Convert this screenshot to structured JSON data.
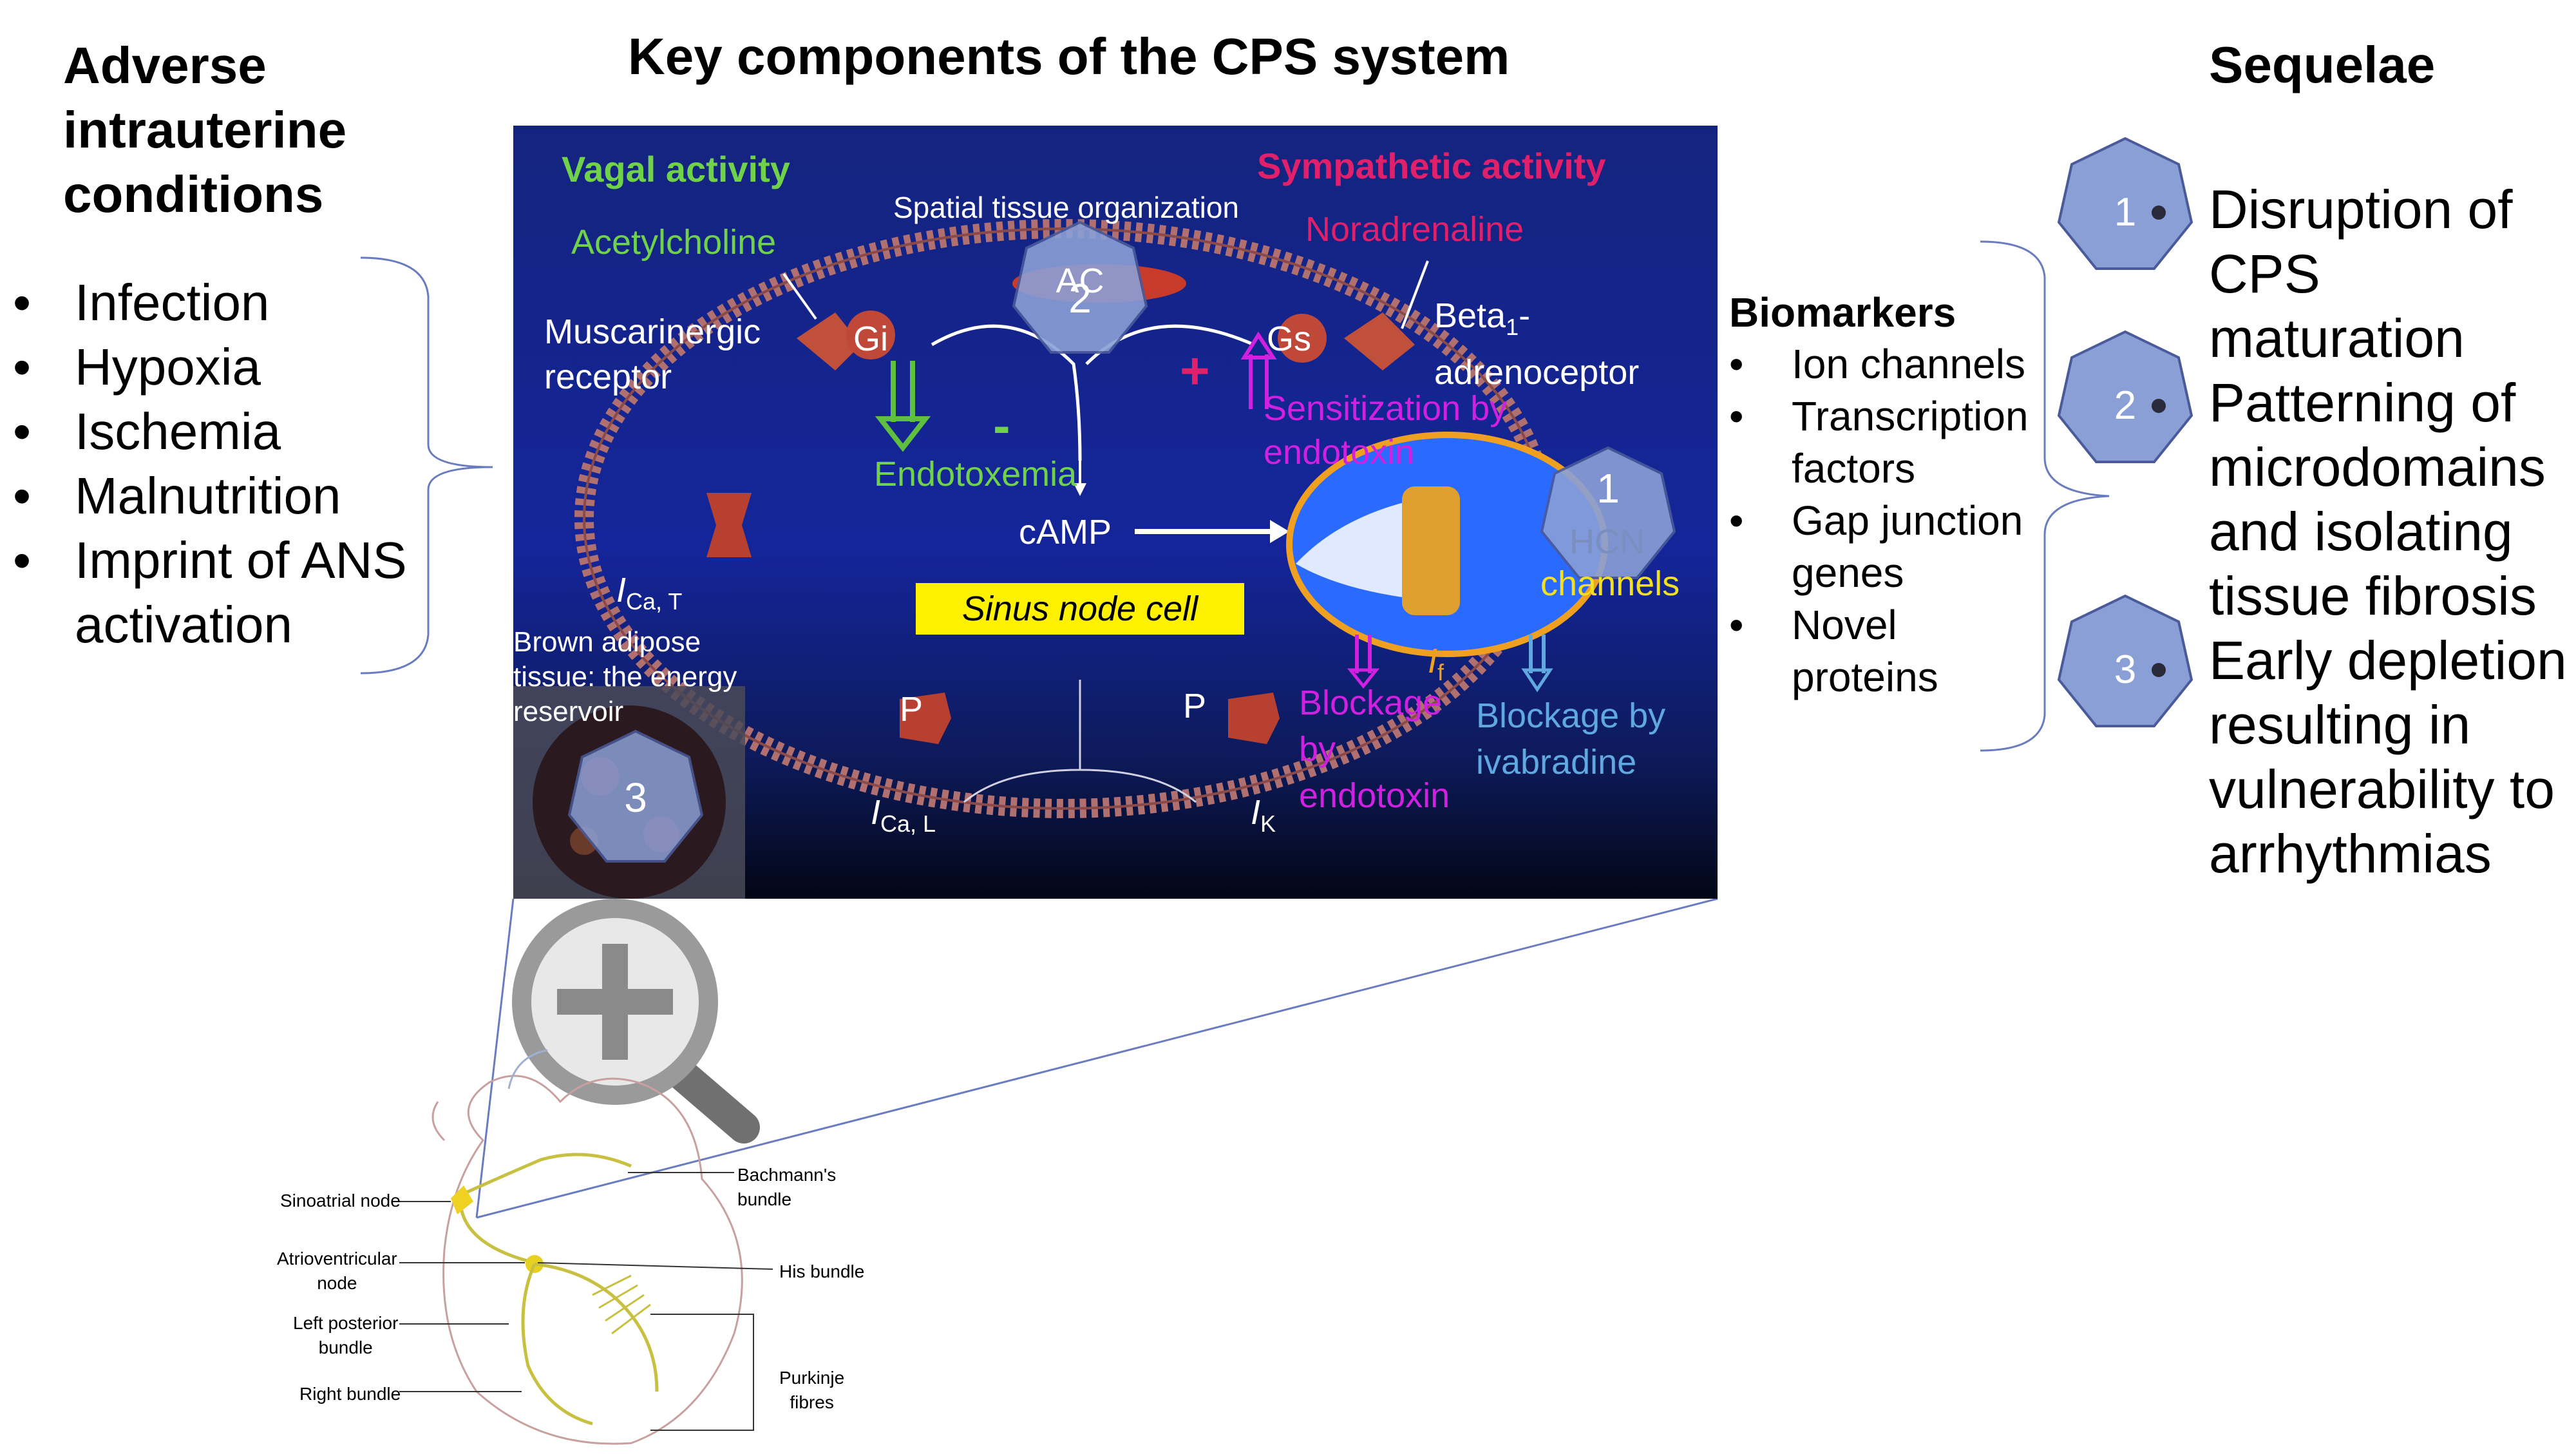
{
  "left": {
    "title_lines": [
      "Adverse",
      "intrauterine",
      "conditions"
    ],
    "items": [
      "Infection",
      "Hypoxia",
      "Ischemia",
      "Malnutrition",
      "Imprint of ANS",
      "activation"
    ]
  },
  "center": {
    "title": "Key components of the CPS system",
    "spatial_label": "Spatial tissue organization",
    "spatial_num": "2",
    "hcn_num": "1",
    "adipose_num": "3",
    "adipose_lines": [
      "Brown adipose",
      "tissue: the energy",
      "reservoir"
    ]
  },
  "panel": {
    "vagal": "Vagal activity",
    "sympathetic": "Sympathetic activity",
    "acetylcholine": "Acetylcholine",
    "noradrenaline": "Noradrenaline",
    "musc1": "Muscarinergic",
    "musc2": "receptor",
    "beta1a": "Beta",
    "beta1sub": "1",
    "beta1b": "-",
    "beta2": "adrenoceptor",
    "ac": "AC",
    "gi": "Gi",
    "gs": "Gs",
    "minus": "-",
    "plus": "+",
    "endotoxemia": "Endotoxemia",
    "sens1": "Sensitization by",
    "sens2": "endotoxin",
    "camp": "cAMP",
    "sinus": "Sinus node cell",
    "hcn1": "HCN",
    "hcn2": "channels",
    "ica_t": "I",
    "ica_t_sub": "Ca, T",
    "ica_l": "I",
    "ica_l_sub": "Ca, L",
    "ik": "I",
    "ik_sub": "K",
    "if_i": "I",
    "if_sub": "f",
    "p": "P",
    "block_endo1": "Blockage",
    "block_endo2": "by",
    "block_endo3": "endotoxin",
    "block_iva1": "Blockage by",
    "block_iva2": "ivabradine"
  },
  "biomarkers": {
    "title": "Biomarkers",
    "items": [
      "Ion channels",
      "Transcription factors",
      "Gap junction genes",
      "Novel proteins"
    ]
  },
  "sequelae": {
    "title": "Sequelae",
    "nums": [
      "1",
      "2",
      "3"
    ],
    "lines": [
      "Disruption of",
      "CPS",
      "maturation",
      "Patterning of",
      "microdomains",
      "and isolating",
      "tissue fibrosis",
      "Early depletion",
      "resulting in",
      "vulnerability to",
      "arrhythmias"
    ]
  },
  "heart": {
    "sinoatrial": "Sinoatrial node",
    "av1": "Atrioventricular",
    "av2": "node",
    "lpb1": "Left posterior",
    "lpb2": "bundle",
    "right": "Right bundle",
    "bach1": "Bachmann's",
    "bach2": "bundle",
    "his": "His bundle",
    "purk1": "Purkinje",
    "purk2": "fibres"
  },
  "colors": {
    "vagal_green": "#6fd24a",
    "sympathetic_pink": "#e0206a",
    "magenta": "#d020e0",
    "hcn_yellow": "#f0e020",
    "ivabradine_blue": "#5fa8e0",
    "heptagon_fill": "#8a9fd6",
    "heptagon_stroke": "#4a5a9a"
  }
}
